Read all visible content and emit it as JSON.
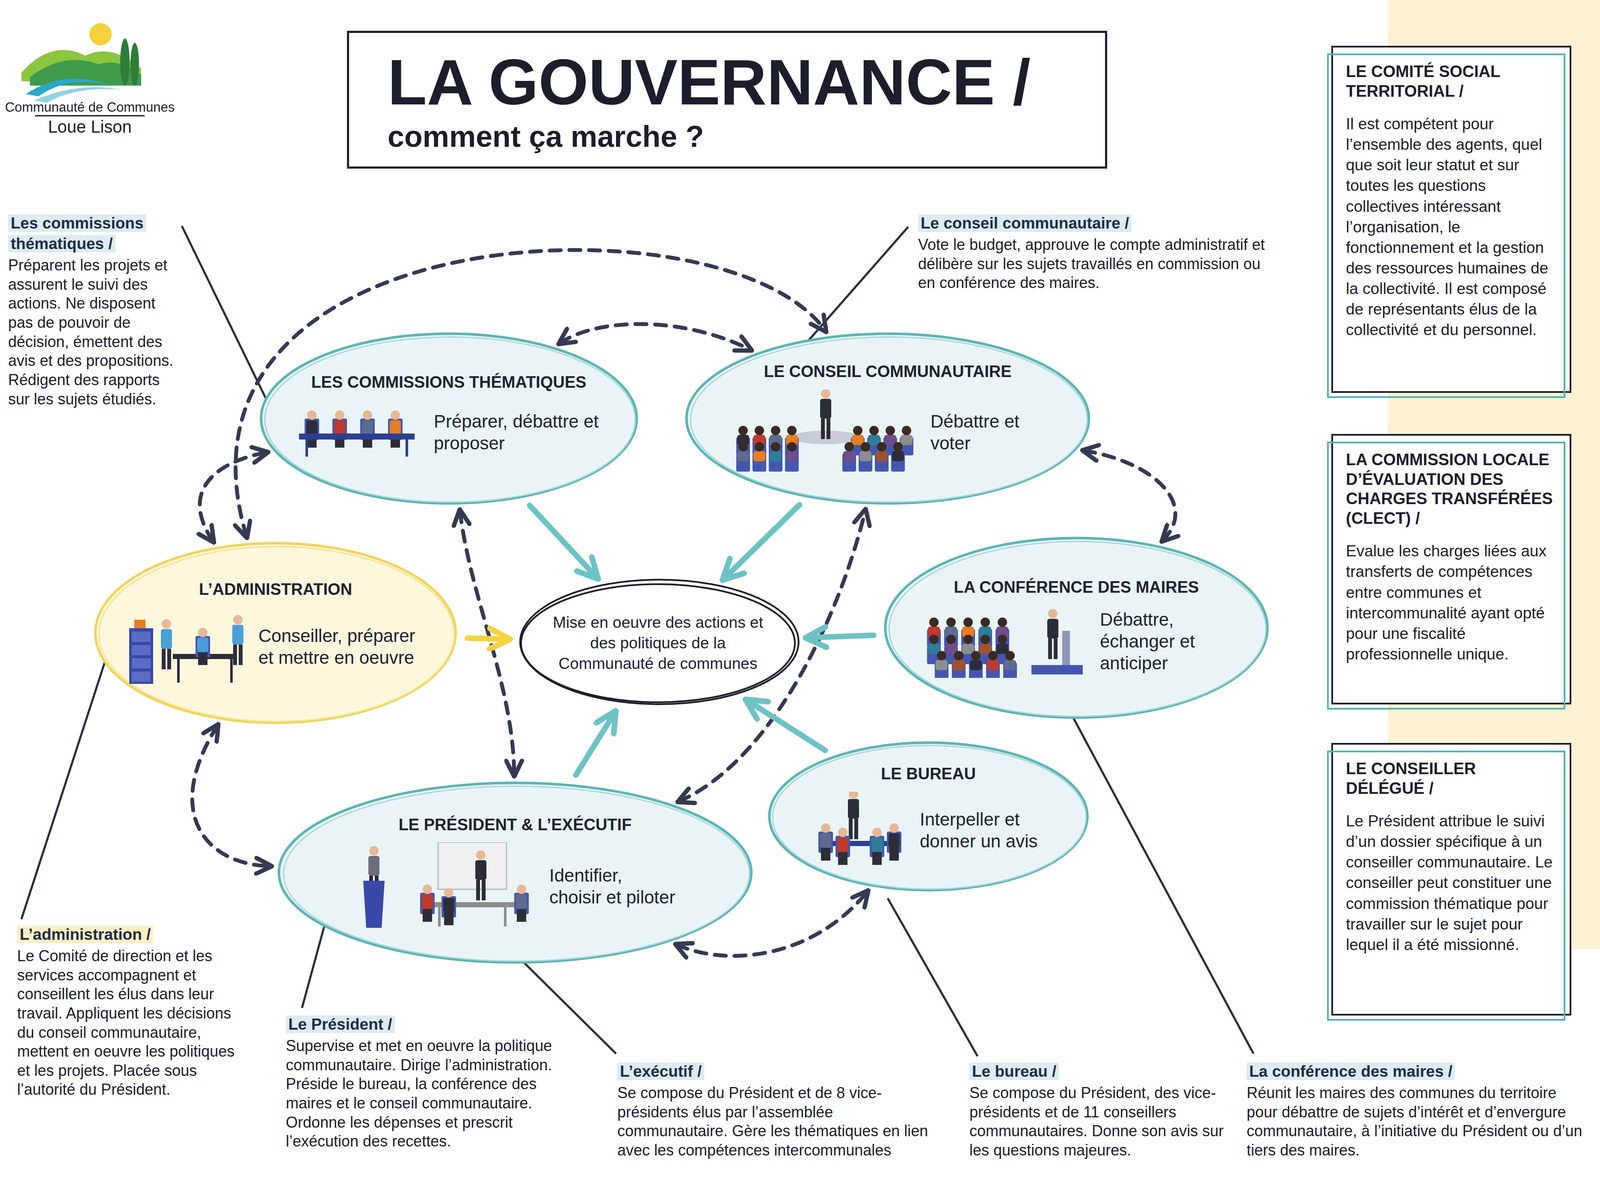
{
  "diagram": {
    "title": "LA GOUVERNANCE /",
    "nodes": [
      {
        "text": [
          "LES COMMISSIONS THÉMATIQUES",
          "Préparer, débattre et proposer"
        ]
      },
      {
        "text": [
          "LE CONSEIL COMMUNAUTAIRE",
          "Débattre et voter"
        ]
      },
      {
        "text": [
          "L’ADMINISTRATION",
          "Conseiller, préparer et mettre en oeuvre"
        ]
      },
      {
        "text": [
          "Mise en oeuvre des actions et des politiques de la Communauté de communes"
        ]
      },
      {
        "text": [
          "LA CONFÉRENCE DES MAIRES",
          "Débattre, échanger et anticiper"
        ]
      },
      {
        "text": [
          "LE PRÉSIDENT & L’EXÉCUTIF",
          "Identifier, choisir et piloter"
        ]
      },
      {
        "text": [
          "LE BUREAU",
          "Interpeller et donner un avis"
        ]
      },
      {
        "text": [
          "LE COMITÉ SOCIAL TERRITORIAL /",
          "Il est compétent pour l’ensemble des agents, quel que soit leur statut et sur toutes les questions collectives intéressant l’organisation, le fonctionnement et la gestion des ressources humaines de la collectivité. Il est composé de représentants élus de la collectivité et du personnel."
        ]
      },
      {
        "text": [
          "LA COMMISSION LOCALE D’ÉVALUATION DES CHARGES TRANSFÉRÉES (CLECT) /",
          "Evalue les charges liées aux transferts de compétences entre communes et intercommunalité ayant opté pour une fiscalité professionnelle unique."
        ]
      },
      {
        "text": [
          "LE CONSEILLER DÉLÉGUÉ /",
          "Le Président attribue le suivi d’un dossier spécifique à un conseiller communautaire. Le conseiller peut constituer une commission thématique pour travailler sur le sujet pour lequel il a été missionné."
        ]
      }
    ],
    "edges": [
      {
        "from": 0,
        "to": 1,
        "arrow": "both"
      },
      {
        "from": 2,
        "to": 1,
        "arrow": "both"
      },
      {
        "from": 2,
        "to": 0,
        "arrow": "both"
      },
      {
        "from": 1,
        "to": 4,
        "arrow": "both"
      },
      {
        "from": 0,
        "to": 5,
        "arrow": "both"
      },
      {
        "from": 5,
        "to": 1,
        "arrow": "both"
      },
      {
        "from": 2,
        "to": 5,
        "arrow": "both"
      },
      {
        "from": 5,
        "to": 6,
        "arrow": "both"
      },
      {
        "from": 0,
        "to": 3,
        "arrow": "to"
      },
      {
        "from": 1,
        "to": 3,
        "arrow": "to"
      },
      {
        "from": 4,
        "to": 3,
        "arrow": "to"
      },
      {
        "from": 6,
        "to": 3,
        "arrow": "to"
      },
      {
        "from": 5,
        "to": 3,
        "arrow": "to"
      },
      {
        "from": 2,
        "to": 3,
        "arrow": "to"
      }
    ],
    "labels": [
      "comment ça marche ?",
      "Communauté de Communes",
      "Loue Lison",
      "Les commissions thématiques /",
      "Préparent les projets et assurent le suivi des actions. Ne disposent pas de pouvoir de décision, émettent des avis et des propositions. Rédigent des rapports sur les sujets étudiés.",
      "Le conseil communautaire /",
      "Vote le budget, approuve le compte administratif et délibère sur les sujets travaillés en commission ou en conférence des maires.",
      "L’administration /",
      "Le Comité de direction et les services accompagnent et conseillent les élus dans leur travail. Appliquent les décisions du conseil communautaire, mettent en oeuvre les politiques et les projets. Placée sous l’autorité du Président.",
      "Le Président /",
      "Supervise et met en oeuvre la politique communautaire. Dirige l’administration. Préside le bureau, la conférence des maires et le conseil communautaire. Ordonne les dépenses et prescrit l’exécution des recettes.",
      "L’exécutif /",
      "Se compose du Président et de 8 vice-présidents élus par l’assemblée communautaire. Gère les thématiques en lien avec les compétences intercommunales",
      "Le bureau /",
      "Se compose du Président, des vice-présidents et de 11 conseillers communautaires. Donne son avis sur les questions majeures.",
      "La conférence des maires /",
      "Réunit les maires des communes du territoire pour débattre de sujets d’intérêt et d’envergure communautaire, à l’initiative du Président ou d’un tiers des maires."
    ]
  }
}
